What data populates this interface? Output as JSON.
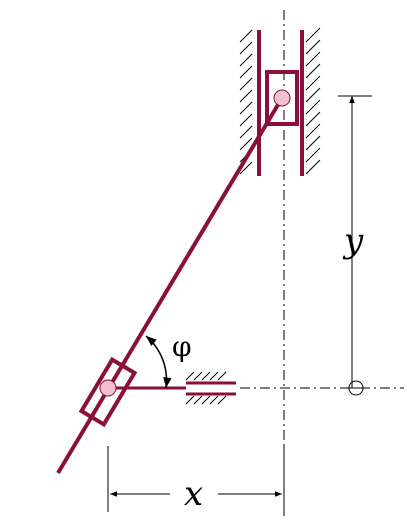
{
  "labels": {
    "angle": "φ",
    "horizontal": "x",
    "vertical": "y"
  },
  "colors": {
    "link": "#8a0f3c",
    "pin_fill": "#f3c2cf",
    "outline": "#000000",
    "background": "#ffffff"
  }
}
